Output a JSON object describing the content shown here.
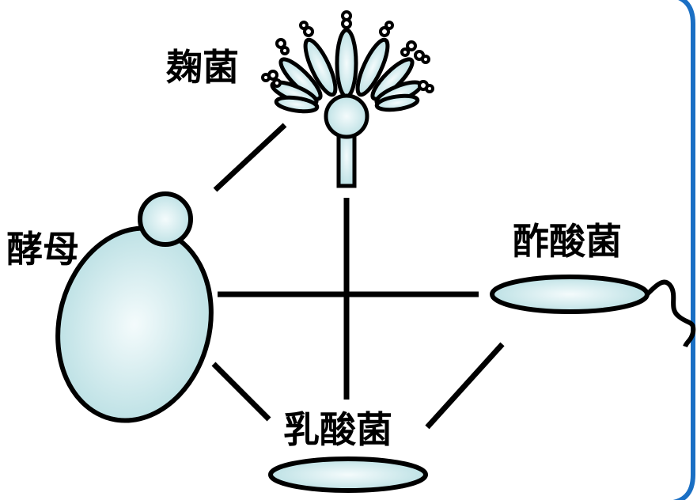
{
  "labels": {
    "koji": "麹菌",
    "yeast": "酵母",
    "acetic_acid_bacteria": "酢酸菌",
    "lactic_acid_bacteria": "乳酸菌"
  },
  "colors": {
    "frame_blue": "#1a6fc4",
    "cell_fill": "#bfe3e6",
    "cell_highlight": "#f4fbfc",
    "outline": "#000000"
  }
}
